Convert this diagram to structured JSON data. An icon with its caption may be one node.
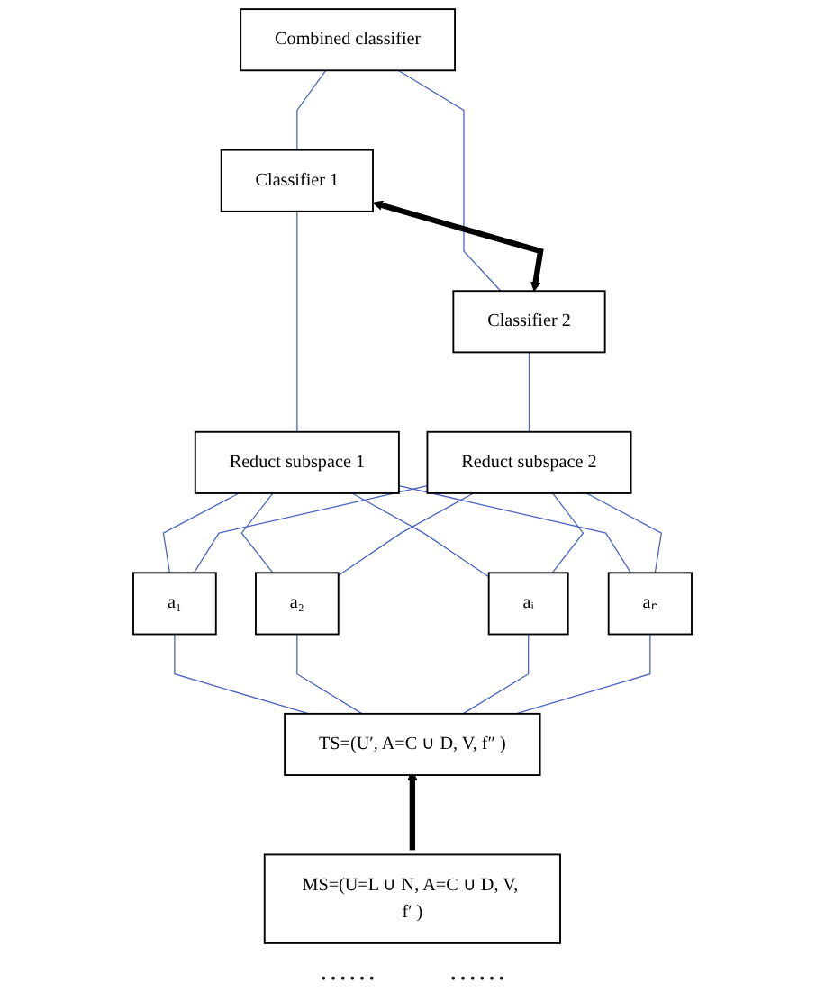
{
  "diagram": {
    "nodes": [
      {
        "text": [
          "Combined classifier"
        ]
      },
      {
        "text": [
          "Classifier 1"
        ]
      },
      {
        "text": [
          "Classifier 2"
        ]
      },
      {
        "text": [
          "Reduct subspace 1"
        ]
      },
      {
        "text": [
          "Reduct subspace 2"
        ]
      },
      {
        "text": [
          "a₁"
        ]
      },
      {
        "text": [
          "a₂"
        ]
      },
      {
        "text": [
          "aᵢ"
        ]
      },
      {
        "text": [
          "aₙ"
        ]
      },
      {
        "text": [
          "TS=(U′, A=C ∪ D, V, f″ )"
        ]
      },
      {
        "text": [
          "MS=(U=L ∪ N, A=C ∪ D, V, f′ )"
        ]
      }
    ],
    "edges": [
      {
        "from": 0,
        "to": 1,
        "arrow": "none"
      },
      {
        "from": 0,
        "to": 2,
        "arrow": "none"
      },
      {
        "from": 1,
        "to": 2,
        "arrow": "both",
        "style": "thick",
        "color": "#000000"
      },
      {
        "from": 1,
        "to": 3,
        "arrow": "none"
      },
      {
        "from": 2,
        "to": 4,
        "arrow": "none"
      },
      {
        "from": 3,
        "to": 5,
        "arrow": "none"
      },
      {
        "from": 3,
        "to": 6,
        "arrow": "none"
      },
      {
        "from": 3,
        "to": 7,
        "arrow": "none"
      },
      {
        "from": 3,
        "to": 8,
        "arrow": "none"
      },
      {
        "from": 4,
        "to": 5,
        "arrow": "none"
      },
      {
        "from": 4,
        "to": 6,
        "arrow": "none"
      },
      {
        "from": 4,
        "to": 7,
        "arrow": "none"
      },
      {
        "from": 4,
        "to": 8,
        "arrow": "none"
      },
      {
        "from": 5,
        "to": 9,
        "arrow": "none"
      },
      {
        "from": 6,
        "to": 9,
        "arrow": "none"
      },
      {
        "from": 7,
        "to": 9,
        "arrow": "none"
      },
      {
        "from": 8,
        "to": 9,
        "arrow": "none"
      },
      {
        "from": 10,
        "to": 9,
        "arrow": "to",
        "style": "thick",
        "color": "#000000"
      }
    ],
    "labels": [
      "……",
      "……"
    ]
  }
}
